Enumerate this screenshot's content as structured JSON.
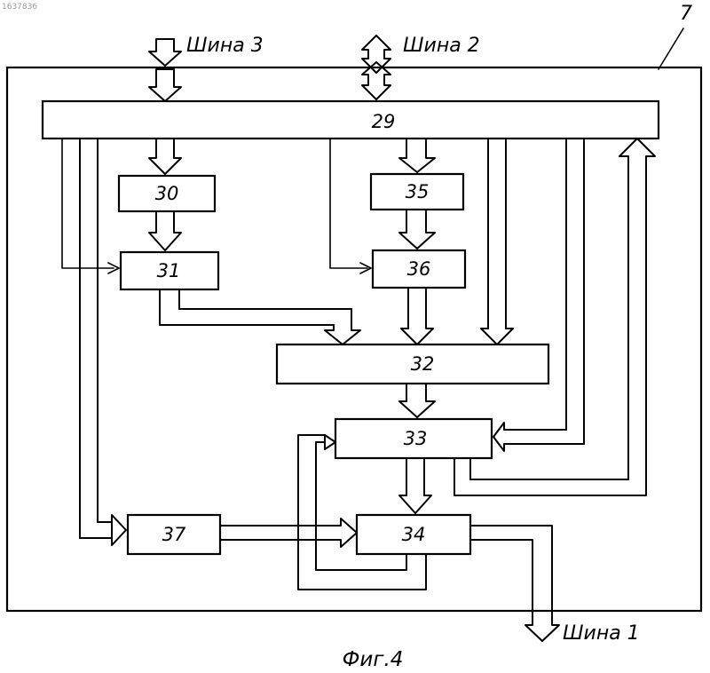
{
  "doc_number": "1637836",
  "reference_mark": "7",
  "bus_labels": {
    "bus3": "Шина 3",
    "bus2": "Шина 2",
    "bus1": "Шина 1"
  },
  "blocks": {
    "b29": "29",
    "b30": "30",
    "b31": "31",
    "b32": "32",
    "b33": "33",
    "b34": "34",
    "b35": "35",
    "b36": "36",
    "b37": "37"
  },
  "caption": "Фиг.4"
}
